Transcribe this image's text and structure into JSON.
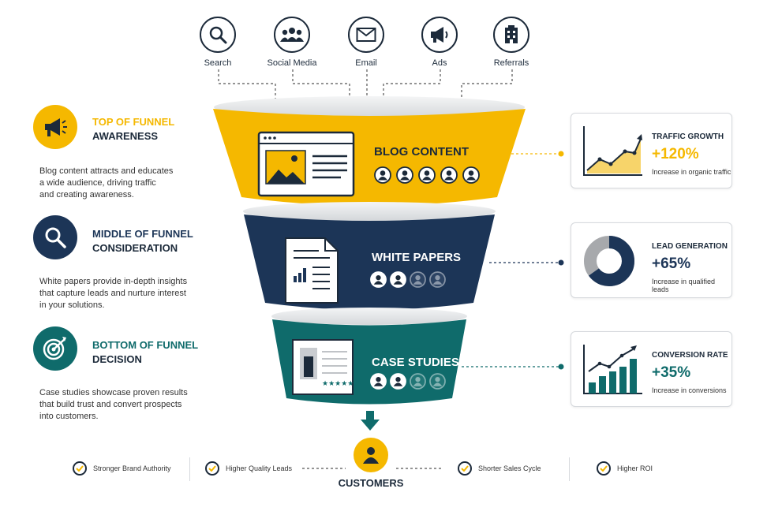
{
  "sources": [
    {
      "label": "Search",
      "icon": "search-icon"
    },
    {
      "label": "Social Media",
      "icon": "people-icon"
    },
    {
      "label": "Email",
      "icon": "envelope-icon"
    },
    {
      "label": "Ads",
      "icon": "megaphone-icon"
    },
    {
      "label": "Referrals",
      "icon": "building-icon"
    }
  ],
  "stages": [
    {
      "label": "TOP OF FUNNEL",
      "sublabel": "AWARENESS",
      "description": [
        "Blog content attracts and educates",
        "a wide audience, driving traffic",
        "and creating awareness."
      ],
      "icon": "megaphone-icon",
      "color": "#f5b800"
    },
    {
      "label": "MIDDLE OF FUNNEL",
      "sublabel": "CONSIDERATION",
      "description": [
        "White papers provide in-depth insights",
        "that capture leads and nurture interest",
        "in your solutions."
      ],
      "icon": "magnifier-icon",
      "color": "#1c3557"
    },
    {
      "label": "BOTTOM OF FUNNEL",
      "sublabel": "DECISION",
      "description": [
        "Case studies showcase proven results",
        "that build trust and convert prospects",
        "into customers."
      ],
      "icon": "target-icon",
      "color": "#0f6b6b"
    }
  ],
  "funnel": [
    {
      "label": "BLOG CONTENT",
      "color": "#f5b800",
      "active_people": 5,
      "total_people": 5
    },
    {
      "label": "WHITE PAPERS",
      "color": "#1c3557",
      "active_people": 2,
      "total_people": 4
    },
    {
      "label": "CASE STUDIES",
      "color": "#0f6b6b",
      "active_people": 2,
      "total_people": 4
    }
  ],
  "metrics": [
    {
      "title": "TRAFFIC GROWTH",
      "value": "+120%",
      "subtitle": "Increase in organic traffic",
      "chart": "line-chart-icon"
    },
    {
      "title": "LEAD GENERATION",
      "value": "+65%",
      "subtitle": "Increase in qualified leads",
      "chart": "donut-chart-icon",
      "share": 0.65
    },
    {
      "title": "CONVERSION RATE",
      "value": "+35%",
      "subtitle": "Increase in conversions",
      "chart": "bar-chart-icon"
    }
  ],
  "customers": {
    "label": "CUSTOMERS"
  },
  "benefits": [
    "Stronger Brand Authority",
    "Higher Quality Leads",
    "Shorter Sales Cycle",
    "Higher ROI"
  ],
  "colors": {
    "yellow": "#f5b800",
    "navy": "#1c3557",
    "teal": "#0f6b6b",
    "grey": "#a7a9ac"
  }
}
